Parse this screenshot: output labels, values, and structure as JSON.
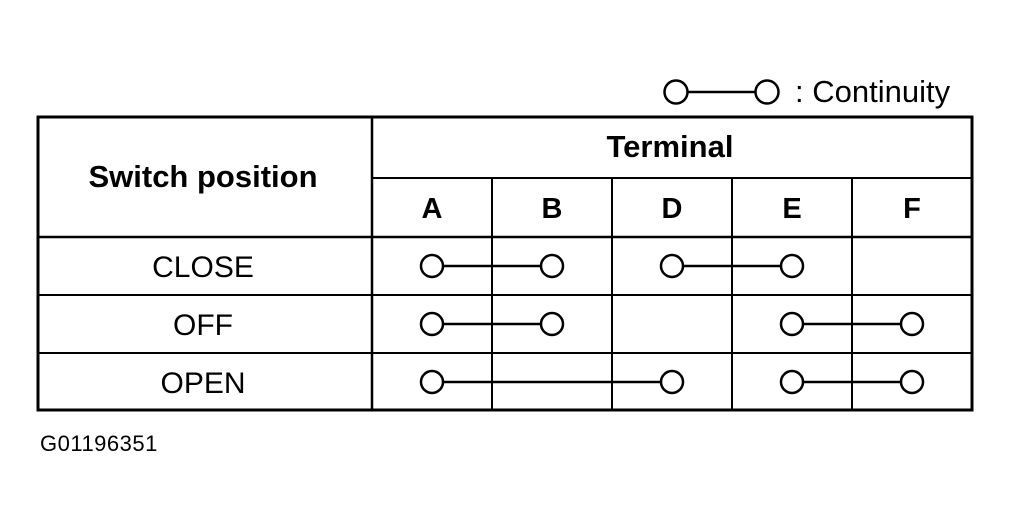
{
  "legend": {
    "text": ": Continuity"
  },
  "table": {
    "row_header": "Switch position",
    "group_header": "Terminal",
    "terminals": [
      "A",
      "B",
      "D",
      "E",
      "F"
    ],
    "rows": [
      {
        "position": "CLOSE",
        "connections": [
          [
            "A",
            "B"
          ],
          [
            "D",
            "E"
          ]
        ]
      },
      {
        "position": "OFF",
        "connections": [
          [
            "A",
            "B"
          ],
          [
            "E",
            "F"
          ]
        ]
      },
      {
        "position": "OPEN",
        "connections": [
          [
            "A",
            "D"
          ],
          [
            "E",
            "F"
          ]
        ]
      }
    ]
  },
  "figure_id": "G01196351"
}
